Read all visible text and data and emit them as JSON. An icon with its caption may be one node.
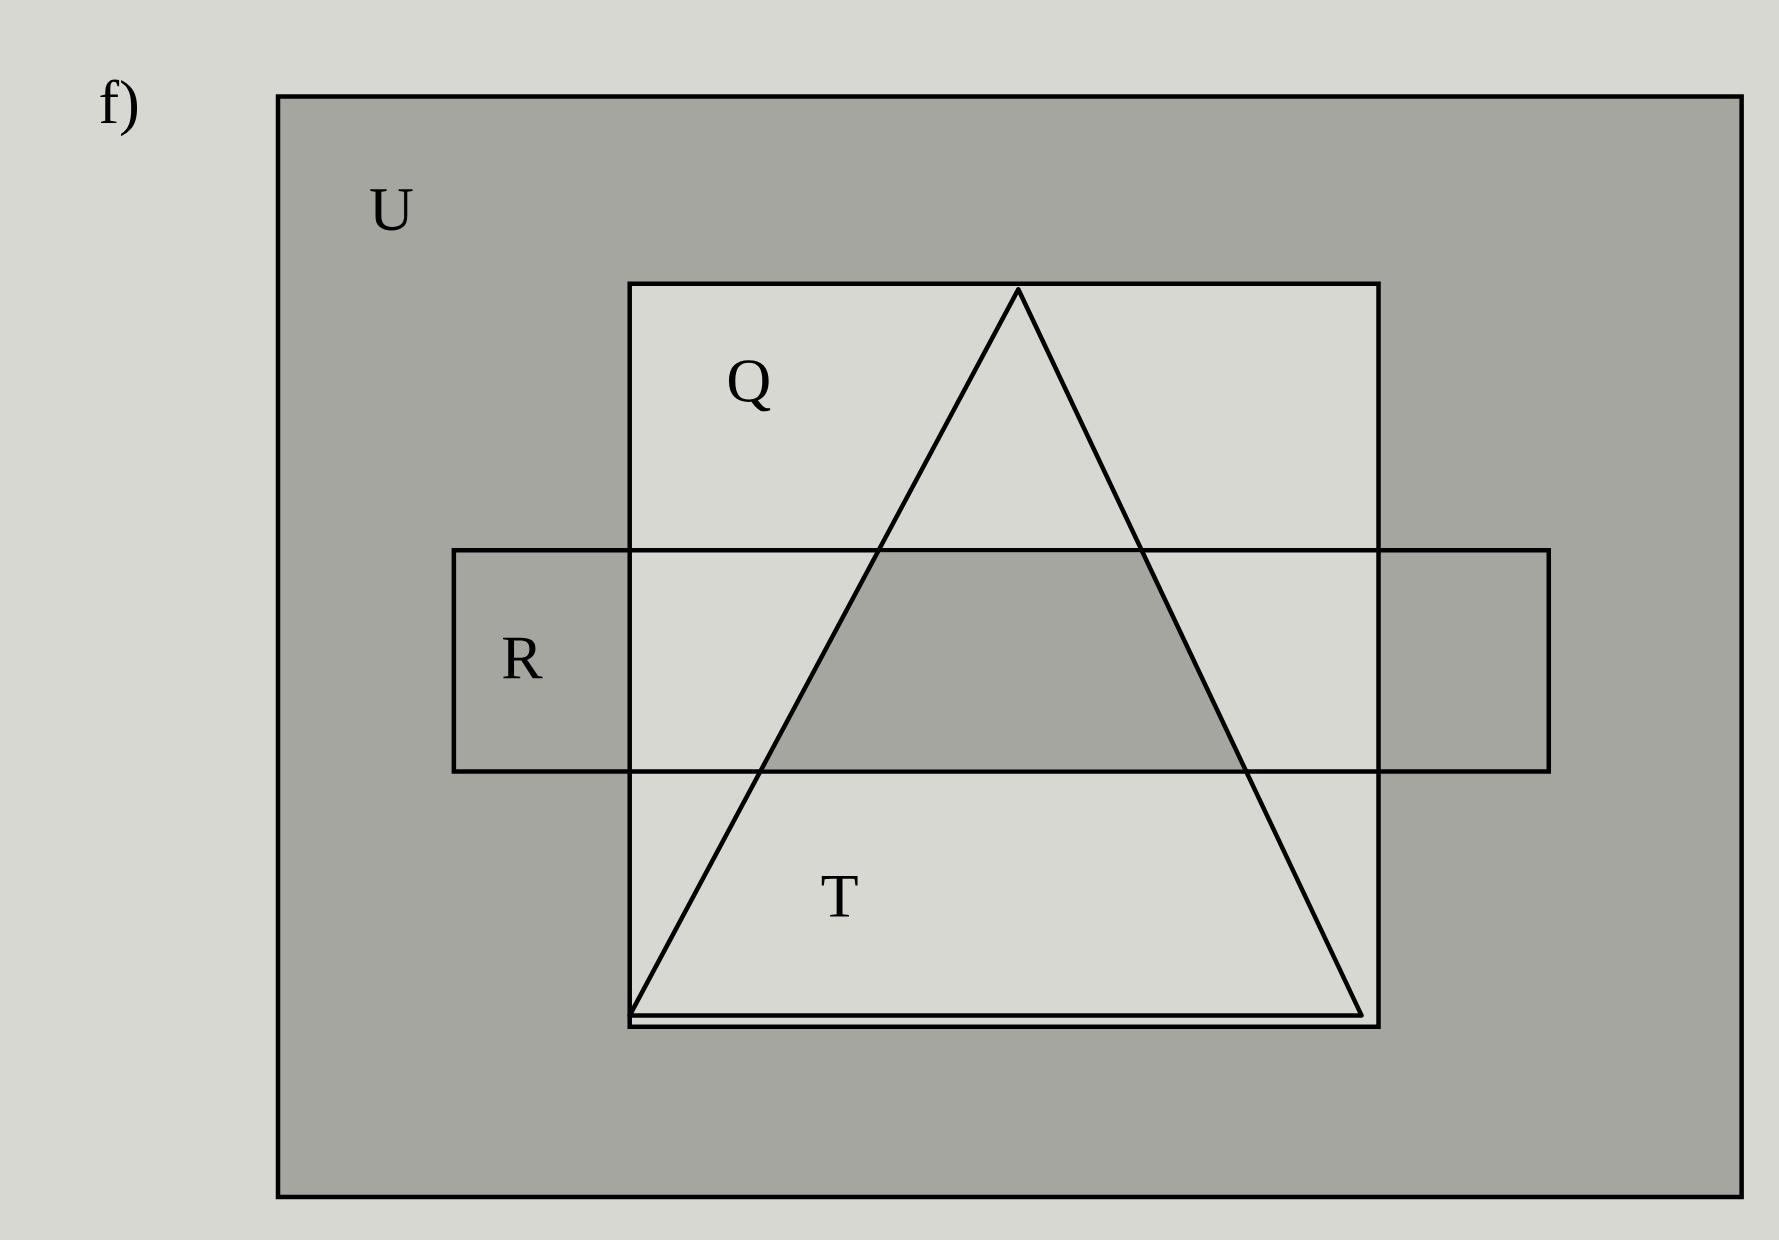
{
  "diagram": {
    "title": "f)",
    "nodes": [
      {
        "text": [
          "U"
        ]
      },
      {
        "text": [
          "Q"
        ],
        "in": 0
      },
      {
        "text": [
          "R"
        ],
        "in": 0
      },
      {
        "text": [
          "T"
        ],
        "in": 1
      }
    ]
  }
}
